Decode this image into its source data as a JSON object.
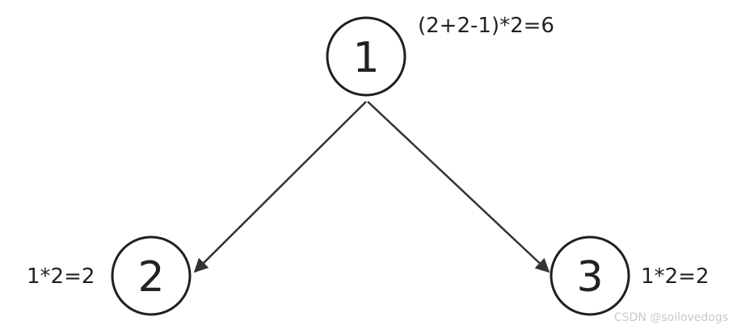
{
  "diagram": {
    "nodes": [
      {
        "id": "1",
        "label": "1",
        "annotation": "(2+2-1)*2=6"
      },
      {
        "id": "2",
        "label": "2",
        "annotation": "1*2=2"
      },
      {
        "id": "3",
        "label": "3",
        "annotation": "1*2=2"
      }
    ],
    "edges": [
      {
        "from": "1",
        "to": "2"
      },
      {
        "from": "1",
        "to": "3"
      }
    ]
  },
  "watermark": "CSDN @soilovedogs"
}
